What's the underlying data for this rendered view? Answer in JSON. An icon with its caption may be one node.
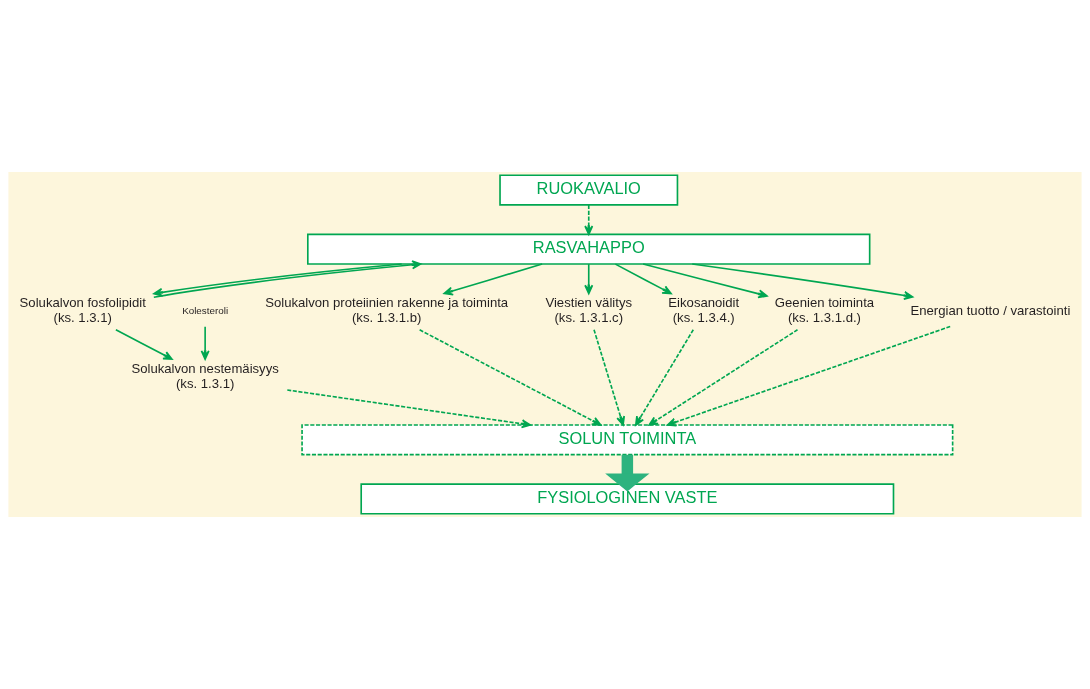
{
  "diagram": {
    "nodes": [
      {
        "text": [
          "RUOKAVALIO"
        ]
      },
      {
        "text": [
          "RASVAHAPPO"
        ]
      },
      {
        "text": [
          "Kolesteroli"
        ]
      },
      {
        "text": [
          "Solukalvon fosfolipidit",
          "(ks. 1.3.1)"
        ]
      },
      {
        "text": [
          "Solukalvon proteiinien rakenne ja toiminta",
          "(ks. 1.3.1.b)"
        ]
      },
      {
        "text": [
          "Viestien välitys",
          "(ks. 1.3.1.c)"
        ]
      },
      {
        "text": [
          "Eikosanoidit",
          "(ks. 1.3.4.)"
        ]
      },
      {
        "text": [
          "Geenien toiminta",
          "(ks. 1.3.1.d.)"
        ]
      },
      {
        "text": [
          "Energian tuotto / varastointi"
        ]
      },
      {
        "text": [
          "Solukalvon nestemäisyys",
          "(ks. 1.3.1)"
        ]
      },
      {
        "text": [
          "SOLUN TOIMINTA"
        ]
      },
      {
        "text": [
          "FYSIOLOGINEN VASTE"
        ]
      }
    ],
    "edges": [
      {
        "from": 0,
        "to": 1,
        "arrow": "to",
        "style": "dashed"
      },
      {
        "from": 1,
        "to": 3,
        "arrow": "to"
      },
      {
        "from": 3,
        "to": 1,
        "arrow": "to"
      },
      {
        "from": 1,
        "to": 4,
        "arrow": "to"
      },
      {
        "from": 1,
        "to": 5,
        "arrow": "to"
      },
      {
        "from": 1,
        "to": 6,
        "arrow": "to"
      },
      {
        "from": 1,
        "to": 7,
        "arrow": "to"
      },
      {
        "from": 1,
        "to": 8,
        "arrow": "to"
      },
      {
        "from": 2,
        "to": 9,
        "arrow": "to"
      },
      {
        "from": 3,
        "to": 9,
        "arrow": "to"
      },
      {
        "from": 9,
        "to": 10,
        "arrow": "to",
        "style": "dashed"
      },
      {
        "from": 4,
        "to": 10,
        "arrow": "to",
        "style": "dashed"
      },
      {
        "from": 5,
        "to": 10,
        "arrow": "to",
        "style": "dashed"
      },
      {
        "from": 6,
        "to": 10,
        "arrow": "to",
        "style": "dashed"
      },
      {
        "from": 7,
        "to": 10,
        "arrow": "to",
        "style": "dashed"
      },
      {
        "from": 8,
        "to": 10,
        "arrow": "to",
        "style": "dashed"
      },
      {
        "from": 10,
        "to": 11,
        "arrow": "to",
        "style": "thick",
        "color": "#2db37f"
      }
    ]
  }
}
